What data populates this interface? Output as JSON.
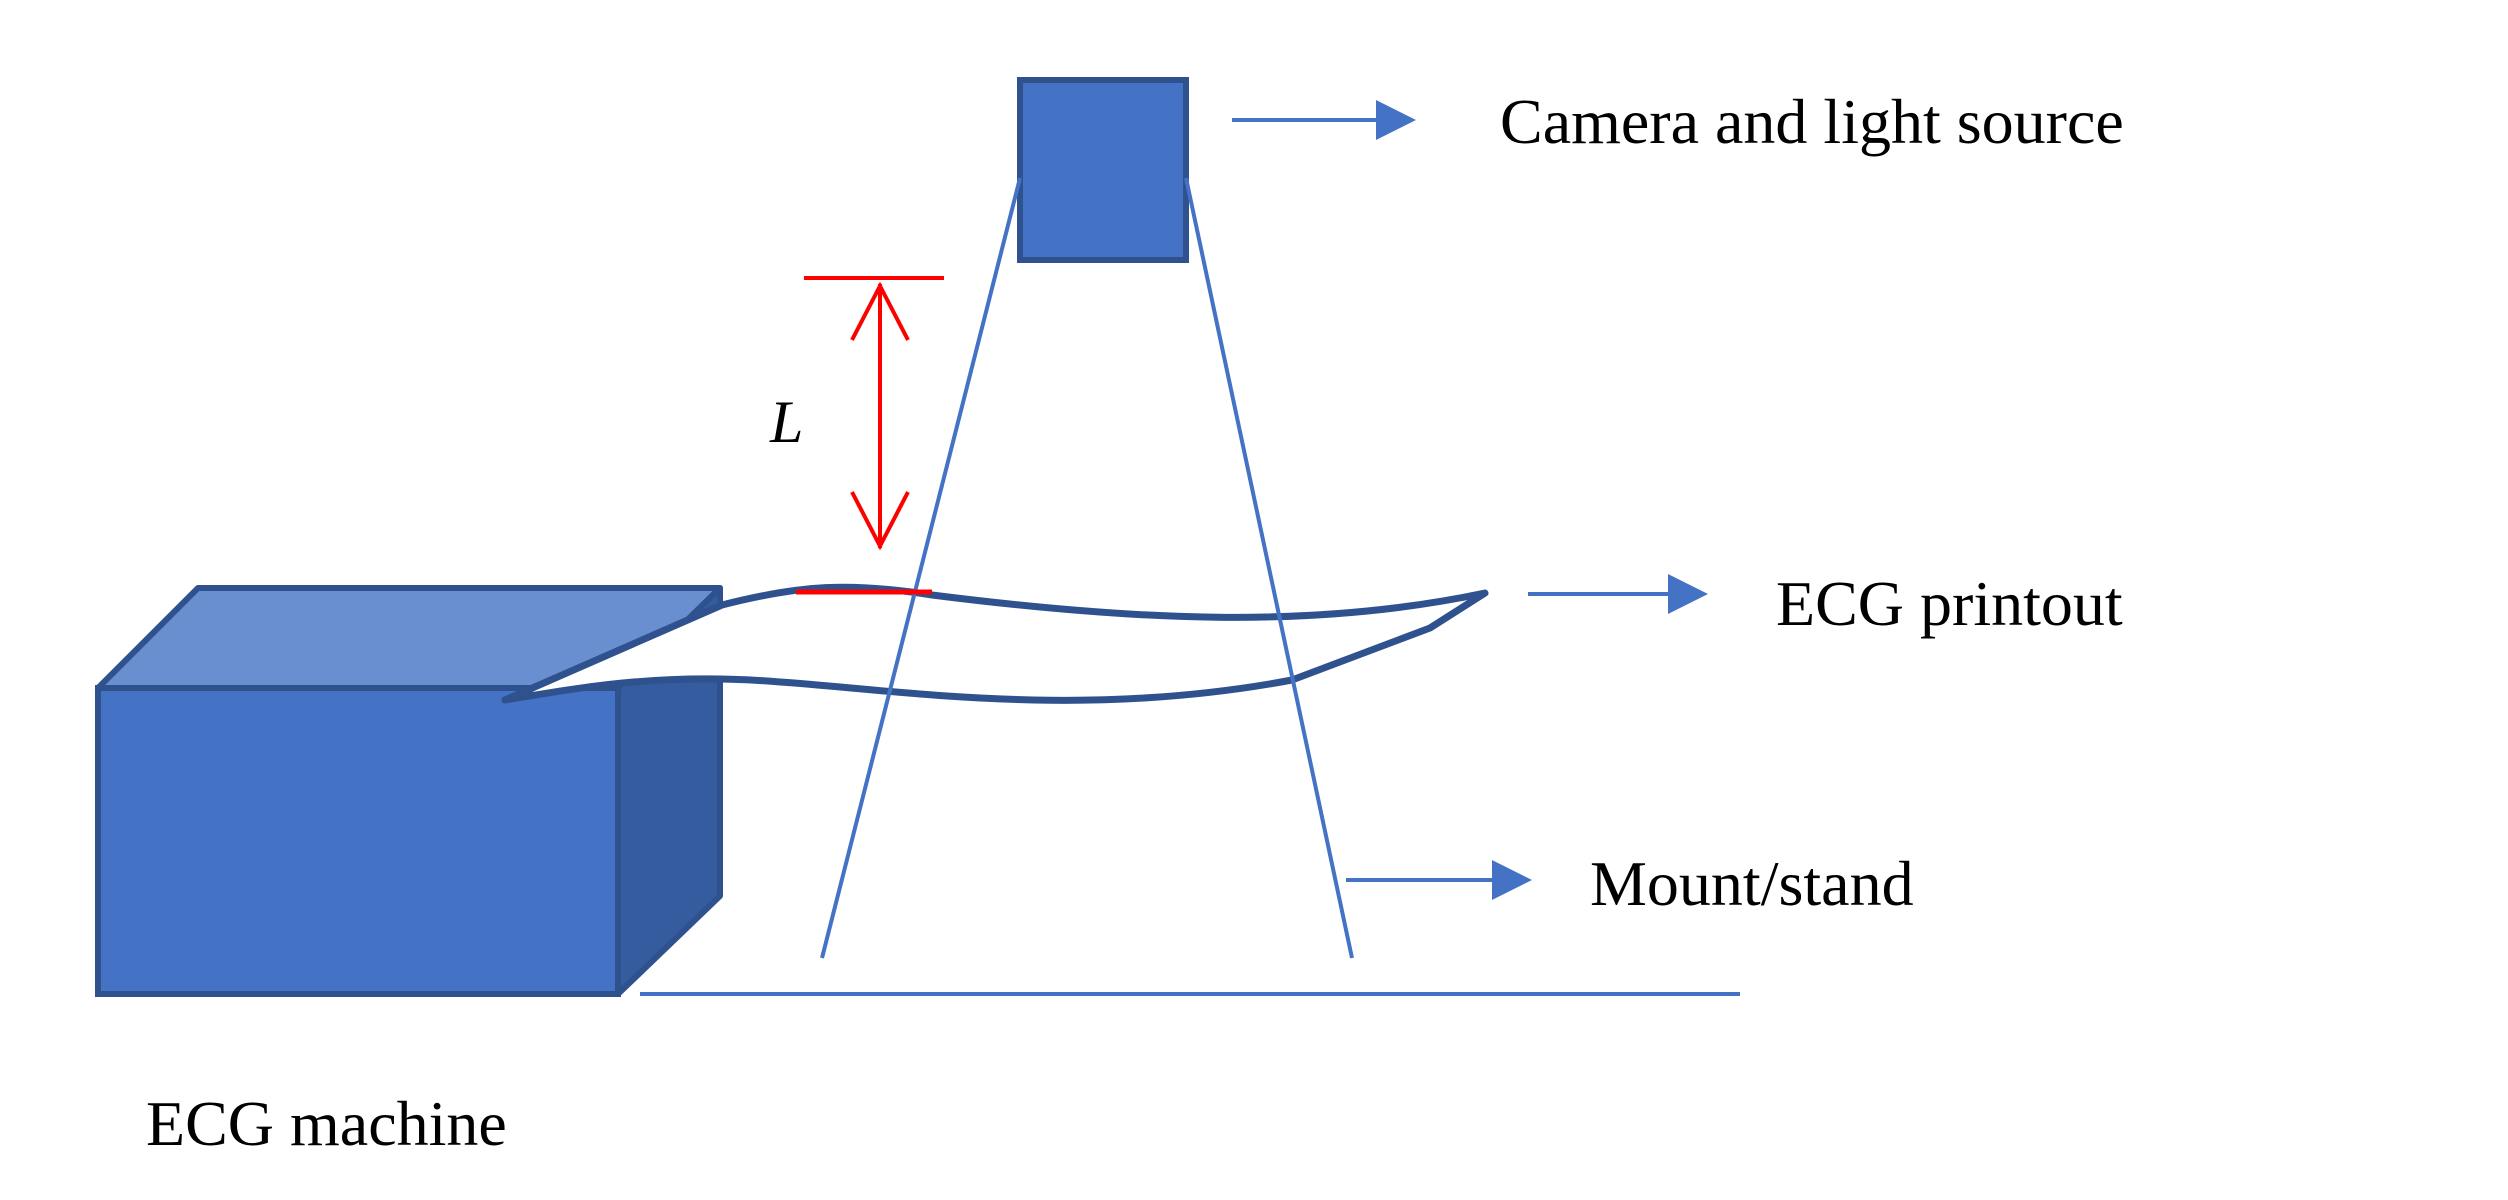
{
  "labels": {
    "camera": "Camera and light source",
    "printout": "ECG printout",
    "mount": "Mount/stand",
    "machine": "ECG machine",
    "distance": "L"
  },
  "colors": {
    "box_front": "#4472C4",
    "box_top": "#6A8FD0",
    "box_side": "#345C9E",
    "outline": "#2F528F",
    "line": "#4472C4",
    "dimension": "#FF0000",
    "text": "#000000"
  }
}
